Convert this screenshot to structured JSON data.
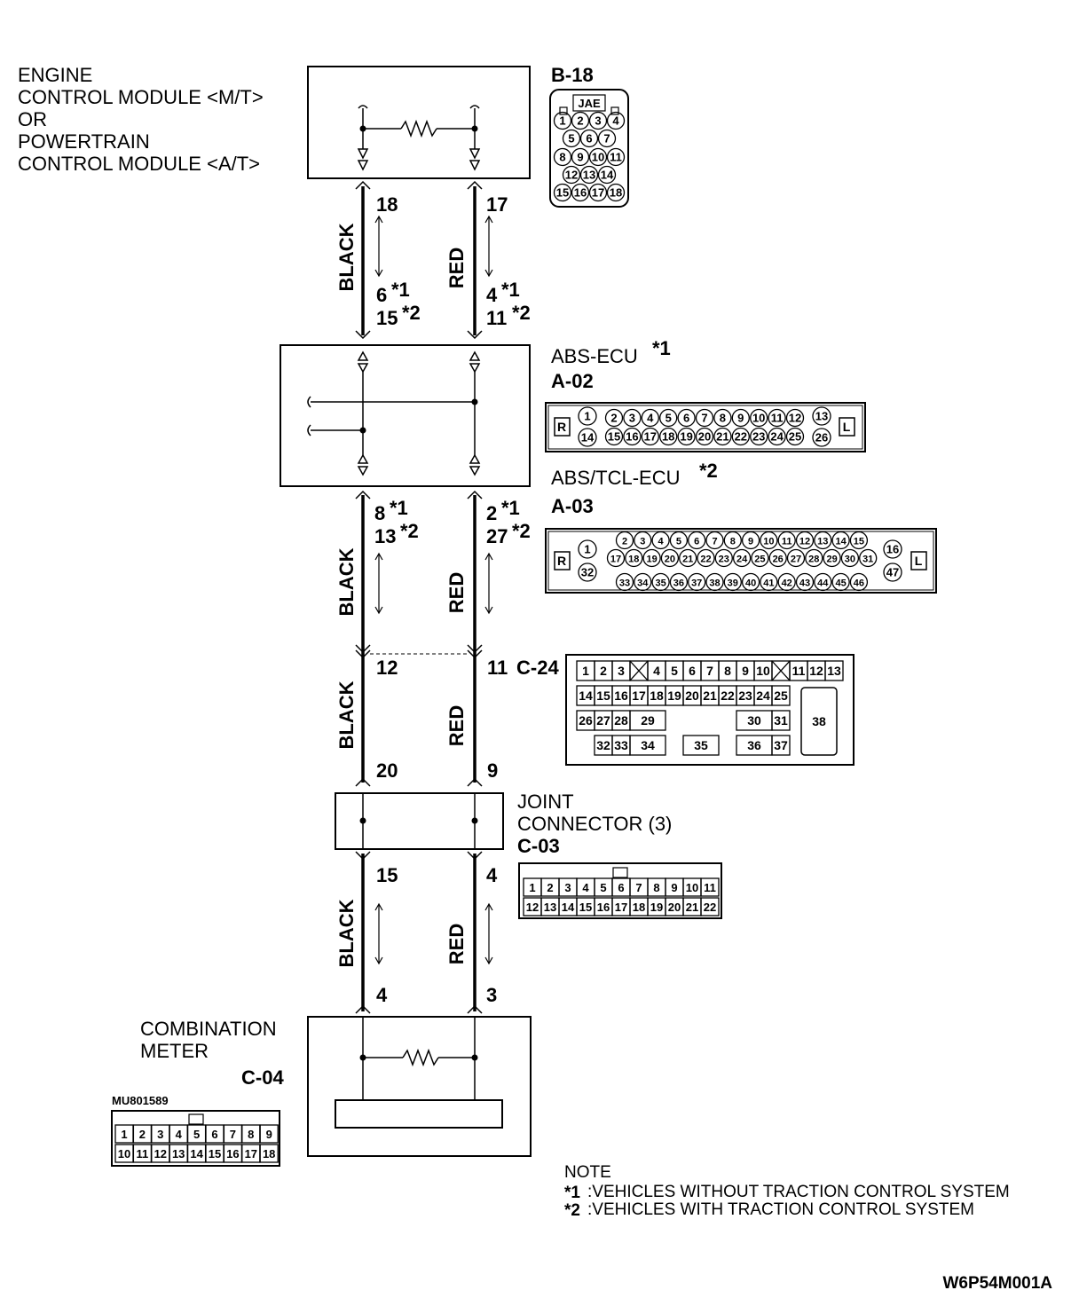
{
  "ecm": {
    "lines": [
      "ENGINE",
      "CONTROL MODULE <M/T>",
      "OR",
      "POWERTRAIN",
      "CONTROL MODULE <A/T>"
    ],
    "connector_id": "B-18",
    "connector_brand": "JAE",
    "connector_rows": [
      [
        "1",
        "2",
        "3",
        "4"
      ],
      [
        "5",
        "6",
        "7"
      ],
      [
        "8",
        "9",
        "10",
        "11"
      ],
      [
        "12",
        "13",
        "14"
      ],
      [
        "15",
        "16",
        "17",
        "18"
      ]
    ]
  },
  "abs": {
    "ecu1_label": "ABS-ECU",
    "ecu1_mark": "*1",
    "ecu1_connector": "A-02",
    "a02_pins_top": [
      "2",
      "3",
      "4",
      "5",
      "6",
      "7",
      "8",
      "9",
      "10",
      "11",
      "12"
    ],
    "a02_pins_bot": [
      "15",
      "16",
      "17",
      "18",
      "19",
      "20",
      "21",
      "22",
      "23",
      "24",
      "25"
    ],
    "a02_single": [
      "1",
      "14",
      "13",
      "26"
    ],
    "ecu2_label": "ABS/TCL-ECU",
    "ecu2_mark": "*2",
    "ecu2_connector": "A-03",
    "a03_pins_r1": [
      "2",
      "3",
      "4",
      "5",
      "6",
      "7",
      "8",
      "9",
      "10",
      "11",
      "12",
      "13",
      "14",
      "15"
    ],
    "a03_pins_r2": [
      "17",
      "18",
      "19",
      "20",
      "21",
      "22",
      "23",
      "24",
      "25",
      "26",
      "27",
      "28",
      "29",
      "30",
      "31"
    ],
    "a03_pins_r3": [
      "33",
      "34",
      "35",
      "36",
      "37",
      "38",
      "39",
      "40",
      "41",
      "42",
      "43",
      "44",
      "45",
      "46"
    ],
    "a03_single": [
      "1",
      "32",
      "16",
      "47"
    ],
    "side_r": "R",
    "side_l": "L"
  },
  "wires": {
    "seg1": {
      "left_pin": "18",
      "right_pin": "17",
      "left_color": "BLACK",
      "right_color": "RED",
      "left_bottom": [
        "6",
        "*1",
        "15",
        "*2"
      ],
      "right_bottom": [
        "4",
        "*1",
        "11",
        "*2"
      ]
    },
    "seg2": {
      "left_top": [
        "8",
        "*1",
        "13",
        "*2"
      ],
      "right_top": [
        "2",
        "*1",
        "27",
        "*2"
      ],
      "left_color": "BLACK",
      "right_color": "RED"
    },
    "seg3": {
      "left_pin_top": "12",
      "right_pin_top": "11",
      "left_pin_bottom": "20",
      "right_pin_bottom": "9",
      "left_color": "BLACK",
      "right_color": "RED"
    },
    "seg4": {
      "left_pin_top": "15",
      "right_pin_top": "4",
      "left_pin_bottom": "4",
      "right_pin_bottom": "3",
      "left_color": "BLACK",
      "right_color": "RED"
    }
  },
  "c24": {
    "id": "C-24",
    "row1": [
      "1",
      "2",
      "3",
      "4",
      "5",
      "6",
      "7",
      "8",
      "9",
      "10",
      "11",
      "12",
      "13"
    ],
    "row2": [
      "14",
      "15",
      "16",
      "17",
      "18",
      "19",
      "20",
      "21",
      "22",
      "23",
      "24",
      "25"
    ],
    "row3": [
      "26",
      "27",
      "28",
      "29",
      "30",
      "31"
    ],
    "row4": [
      "32",
      "33",
      "34",
      "35",
      "36",
      "37"
    ],
    "big": "38"
  },
  "joint": {
    "lines": [
      "JOINT",
      "CONNECTOR (3)"
    ],
    "id": "C-03",
    "row1": [
      "1",
      "2",
      "3",
      "4",
      "5",
      "6",
      "7",
      "8",
      "9",
      "10",
      "11"
    ],
    "row2": [
      "12",
      "13",
      "14",
      "15",
      "16",
      "17",
      "18",
      "19",
      "20",
      "21",
      "22"
    ]
  },
  "meter": {
    "lines": [
      "COMBINATION",
      "METER"
    ],
    "id": "C-04",
    "part_code": "MU801589",
    "row1": [
      "1",
      "2",
      "3",
      "4",
      "5",
      "6",
      "7",
      "8",
      "9"
    ],
    "row2": [
      "10",
      "11",
      "12",
      "13",
      "14",
      "15",
      "16",
      "17",
      "18"
    ]
  },
  "note": {
    "title": "NOTE",
    "n1_mark": "*1",
    "n1": ":VEHICLES WITHOUT TRACTION CONTROL SYSTEM",
    "n2_mark": "*2",
    "n2": ":VEHICLES WITH TRACTION CONTROL SYSTEM"
  },
  "figure_code": "W6P54M001A"
}
